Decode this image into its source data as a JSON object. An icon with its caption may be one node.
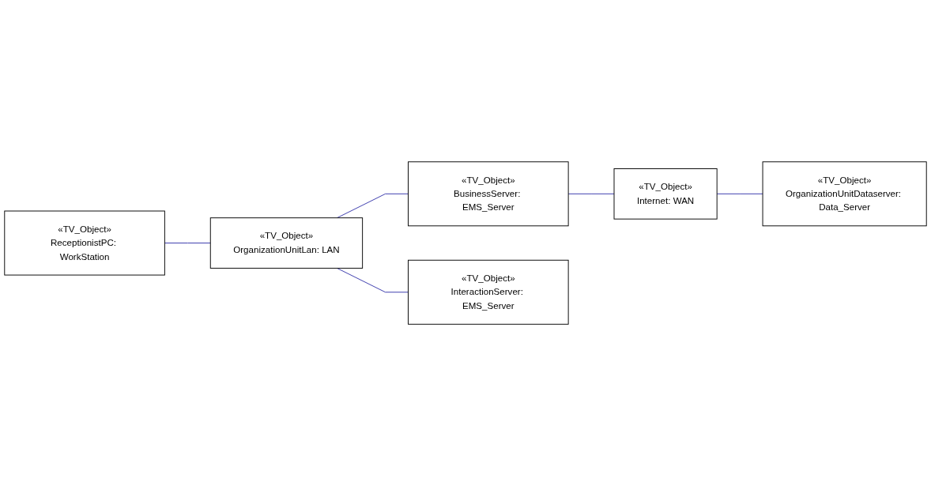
{
  "diagram": {
    "nodes": [
      {
        "text": [
          "«TV_Object»",
          "ReceptionistPC: WorkStation"
        ]
      },
      {
        "text": [
          "«TV_Object»",
          "OrganizationUnitLan: LAN"
        ]
      },
      {
        "text": [
          "«TV_Object»",
          "BusinessServer: EMS_Server"
        ]
      },
      {
        "text": [
          "«TV_Object»",
          "InteractionServer: EMS_Server"
        ]
      },
      {
        "text": [
          "«TV_Object»",
          "Internet: WAN"
        ]
      },
      {
        "text": [
          "«TV_Object»",
          "OrganizationUnitDataserver: Data_Server"
        ]
      }
    ],
    "edges": [
      {
        "from": 0,
        "to": 1,
        "arrow": "none"
      },
      {
        "from": 1,
        "to": 3,
        "arrow": "none"
      },
      {
        "from": 1,
        "to": 2,
        "arrow": "none"
      },
      {
        "from": 2,
        "to": 4,
        "arrow": "none"
      },
      {
        "from": 4,
        "to": 5,
        "arrow": "none"
      }
    ]
  }
}
